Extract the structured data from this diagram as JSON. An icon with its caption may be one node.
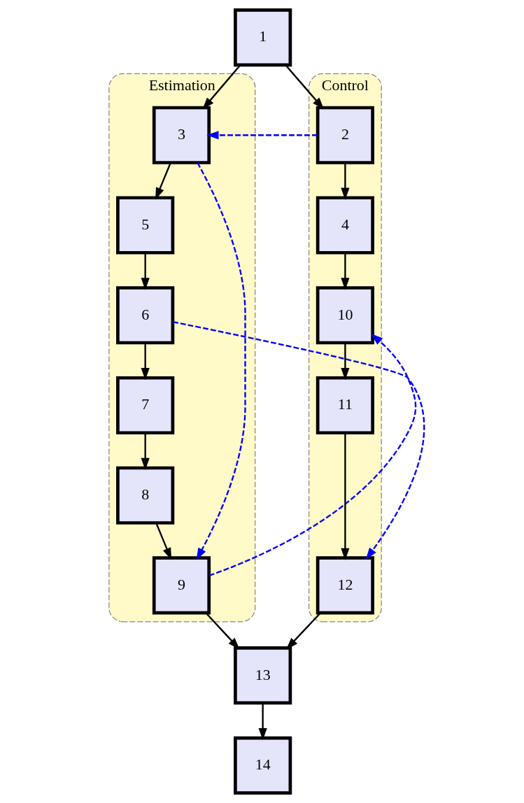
{
  "diagram": {
    "nodes": [
      {
        "text": [
          "1"
        ]
      },
      {
        "text": [
          "Estimation"
        ]
      },
      {
        "text": [
          "3"
        ],
        "in": 1
      },
      {
        "text": [
          "5"
        ],
        "in": 1
      },
      {
        "text": [
          "6"
        ],
        "in": 1
      },
      {
        "text": [
          "7"
        ],
        "in": 1
      },
      {
        "text": [
          "8"
        ],
        "in": 1
      },
      {
        "text": [
          "9"
        ],
        "in": 1
      },
      {
        "text": [
          "Control"
        ]
      },
      {
        "text": [
          "2"
        ],
        "in": 8
      },
      {
        "text": [
          "4"
        ],
        "in": 8
      },
      {
        "text": [
          "10"
        ],
        "in": 8
      },
      {
        "text": [
          "11"
        ],
        "in": 8
      },
      {
        "text": [
          "12"
        ],
        "in": 8
      },
      {
        "text": [
          "13"
        ]
      },
      {
        "text": [
          "14"
        ]
      }
    ],
    "edges": [
      {
        "from": 0,
        "to": 2,
        "arrow": "to"
      },
      {
        "from": 0,
        "to": 9,
        "arrow": "to"
      },
      {
        "from": 2,
        "to": 3,
        "arrow": "to"
      },
      {
        "from": 3,
        "to": 4,
        "arrow": "to"
      },
      {
        "from": 4,
        "to": 5,
        "arrow": "to"
      },
      {
        "from": 5,
        "to": 6,
        "arrow": "to"
      },
      {
        "from": 6,
        "to": 7,
        "arrow": "to"
      },
      {
        "from": 9,
        "to": 10,
        "arrow": "to"
      },
      {
        "from": 10,
        "to": 11,
        "arrow": "to"
      },
      {
        "from": 11,
        "to": 12,
        "arrow": "to"
      },
      {
        "from": 12,
        "to": 13,
        "arrow": "to"
      },
      {
        "from": 9,
        "to": 2,
        "arrow": "to",
        "style": "dashed",
        "color": "#0000ff"
      },
      {
        "from": 2,
        "to": 7,
        "arrow": "to",
        "style": "dashed",
        "color": "#0000ff"
      },
      {
        "from": 4,
        "to": 13,
        "arrow": "to",
        "style": "dashed",
        "color": "#0000ff"
      },
      {
        "from": 7,
        "to": 11,
        "arrow": "to",
        "style": "dashed",
        "color": "#0000ff"
      },
      {
        "from": 13,
        "to": 14,
        "arrow": "to"
      },
      {
        "from": 7,
        "to": 14,
        "arrow": "to"
      },
      {
        "from": 14,
        "to": 15,
        "arrow": "to"
      }
    ]
  }
}
